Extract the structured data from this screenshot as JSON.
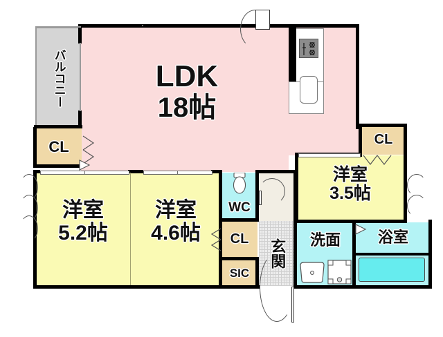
{
  "plan": {
    "title": "間取り図",
    "unit_suffix": "帖",
    "rooms": [
      {
        "id": "ldk",
        "name": "LDK",
        "size": "18帖",
        "kind": "living-dining-kitchen",
        "color": "#FBDCDC"
      },
      {
        "id": "washitsu1",
        "name": "洋室",
        "size": "5.2帖",
        "kind": "western-room",
        "color": "#FAFAB4"
      },
      {
        "id": "washitsu2",
        "name": "洋室",
        "size": "4.6帖",
        "kind": "western-room",
        "color": "#FAFAB4"
      },
      {
        "id": "washitsu3",
        "name": "洋室",
        "size": "3.5帖",
        "kind": "western-room",
        "color": "#FAFAB4"
      },
      {
        "id": "balcony",
        "name": "バルコニー",
        "size": "",
        "kind": "balcony",
        "color": "#D5D5D5"
      },
      {
        "id": "wc",
        "name": "WC",
        "size": "",
        "kind": "toilet",
        "color": "#B4F3F5"
      },
      {
        "id": "senmen",
        "name": "洗面",
        "size": "",
        "kind": "washroom",
        "color": "#B4F3F5"
      },
      {
        "id": "yokushitsu",
        "name": "浴室",
        "size": "",
        "kind": "bathroom",
        "color": "#B4F3F5"
      },
      {
        "id": "genkan",
        "name": "玄関",
        "size": "",
        "kind": "entrance",
        "color": "#EDEDED"
      },
      {
        "id": "cl_topleft",
        "name": "CL",
        "size": "",
        "kind": "closet",
        "color": "#F0D9A8"
      },
      {
        "id": "cl_mid",
        "name": "CL",
        "size": "",
        "kind": "closet",
        "color": "#F0D9A8"
      },
      {
        "id": "cl_topright",
        "name": "CL",
        "size": "",
        "kind": "closet",
        "color": "#F0D9A8"
      },
      {
        "id": "sic",
        "name": "SIC",
        "size": "",
        "kind": "shoes-in-closet",
        "color": "#F0D9A8"
      }
    ],
    "labels": {
      "ldk_name": "LDK",
      "ldk_size": "18帖",
      "room1_name": "洋室",
      "room1_size": "5.2帖",
      "room2_name": "洋室",
      "room2_size": "4.6帖",
      "room3_name": "洋室",
      "room3_size": "3.5帖",
      "balcony": "バルコニー",
      "wc": "WC",
      "senmen": "洗面",
      "yokushitsu": "浴室",
      "genkan": "玄関",
      "cl_topleft": "CL",
      "cl_mid": "CL",
      "cl_topright": "CL",
      "sic": "SIC"
    },
    "fixtures": [
      {
        "id": "stove",
        "name": "gas-stove",
        "room": "ldk"
      },
      {
        "id": "kitchen-sink",
        "name": "kitchen-sink",
        "room": "ldk"
      },
      {
        "id": "toilet",
        "name": "toilet-bowl",
        "room": "wc"
      },
      {
        "id": "vanity-sink",
        "name": "vanity-sink",
        "room": "senmen"
      },
      {
        "id": "washer",
        "name": "washing-machine-pan",
        "room": "senmen"
      },
      {
        "id": "bathtub",
        "name": "bathtub",
        "room": "yokushitsu"
      }
    ],
    "colors": {
      "wall": "#000000",
      "ldk_fill": "#FBDCDC",
      "room_fill": "#FAFAB4",
      "closet_fill": "#F0D9A8",
      "water_fill": "#B4F3F5",
      "balcony_fill": "#D5D5D5",
      "tub_fill": "#66ECEE",
      "entrance_fill": "#EDEDED"
    }
  }
}
